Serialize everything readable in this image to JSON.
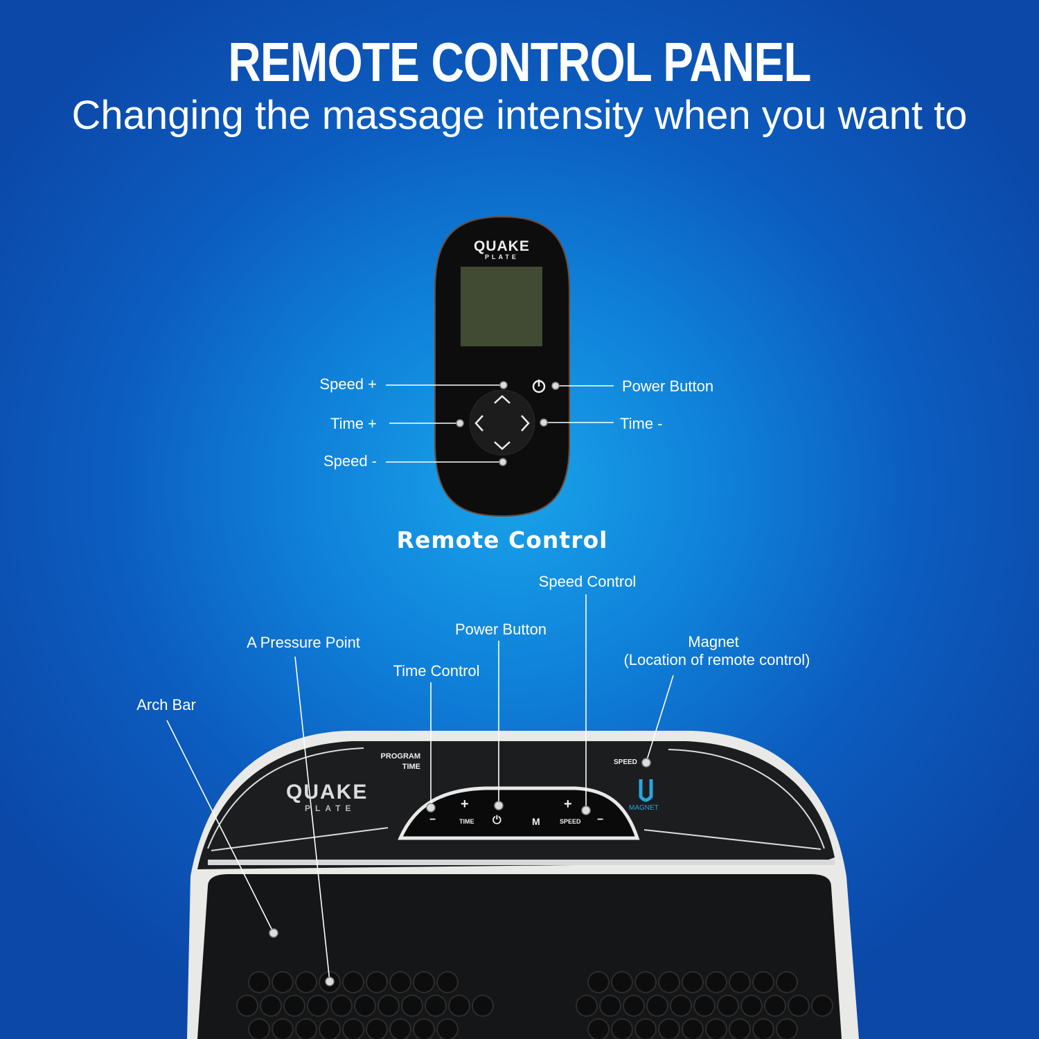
{
  "header": {
    "title": "REMOTE CONTROL PANEL",
    "subtitle": "Changing the massage intensity when you want to"
  },
  "remote": {
    "caption": "Remote Control",
    "brand": "QUAKE",
    "brand_sub": "PLATE",
    "labels": {
      "speed_plus": "Speed +",
      "time_plus": "Time +",
      "speed_minus": "Speed -",
      "power": "Power Button",
      "time_minus": "Time -"
    }
  },
  "plate": {
    "labels": {
      "speed_control": "Speed Control",
      "power": "Power Button",
      "time_control": "Time Control",
      "pressure_point": "A Pressure Point",
      "arch_bar": "Arch Bar",
      "magnet": "Magnet",
      "magnet_note": "(Location of remote control)"
    },
    "panel": {
      "brand": "QUAKE",
      "brand_sub": "PLATE",
      "program": "PROGRAM",
      "time": "TIME",
      "time_btn": "TIME",
      "mode_btn": "M",
      "speed_btn": "SPEED",
      "speed_top": "SPEED",
      "magnet": "MAGNET",
      "plus": "+",
      "minus": "−"
    }
  },
  "colors": {
    "magnet_blue": "#2aa6e0",
    "bg_center": "#19a3ea",
    "bg_edge": "#0b48a8"
  }
}
